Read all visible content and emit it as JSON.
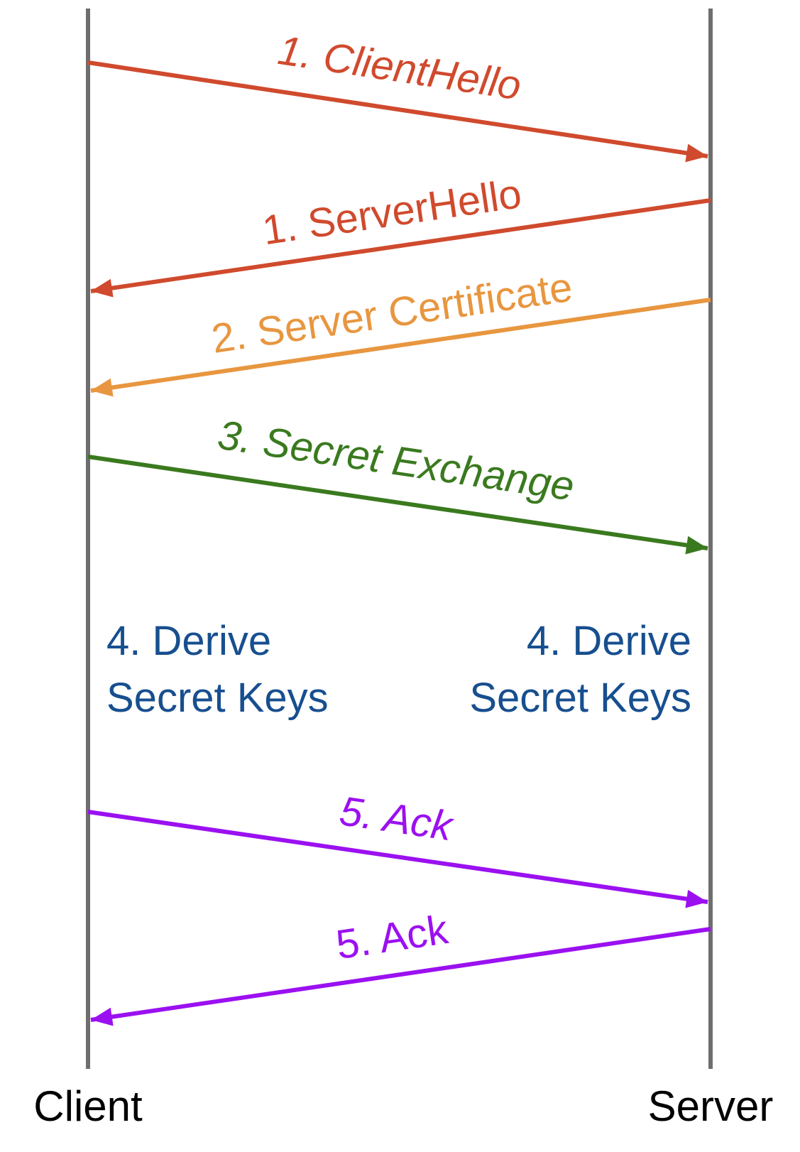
{
  "participants": {
    "client": "Client",
    "server": "Server"
  },
  "messages": [
    {
      "id": "m1",
      "label": "1. ClientHello",
      "direction": "client-to-server",
      "color": "#d04a2d"
    },
    {
      "id": "m2",
      "label": "1. ServerHello",
      "direction": "server-to-client",
      "color": "#d04a2d"
    },
    {
      "id": "m3",
      "label": "2. Server Certificate",
      "direction": "server-to-client",
      "color": "#e8963f"
    },
    {
      "id": "m4",
      "label": "3. Secret Exchange",
      "direction": "client-to-server",
      "color": "#3a7a1f"
    },
    {
      "id": "m5",
      "label": "5. Ack",
      "direction": "client-to-server",
      "color": "#9b10f0"
    },
    {
      "id": "m6",
      "label": "5. Ack",
      "direction": "server-to-client",
      "color": "#9b10f0"
    }
  ],
  "notes": {
    "client": {
      "line1": "4. Derive",
      "line2": "Secret Keys"
    },
    "server": {
      "line1": "4. Derive",
      "line2": "Secret Keys"
    },
    "color": "#174f8f"
  },
  "lifeline_color": "#6e6e6e"
}
